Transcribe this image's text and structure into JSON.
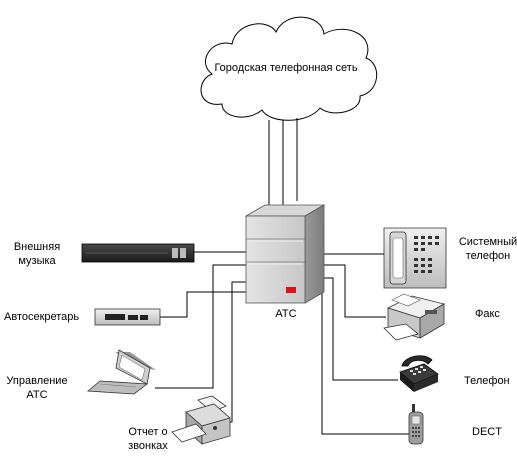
{
  "network": {
    "label": "Городская телефонная сеть"
  },
  "pbx": {
    "label": "АТС"
  },
  "devices_left": [
    {
      "id": "music",
      "label_lines": [
        "Внешняя",
        "музыка"
      ]
    },
    {
      "id": "answering",
      "label_lines": [
        "Автосекретарь"
      ]
    },
    {
      "id": "management",
      "label_lines": [
        "Управление",
        "АТС"
      ]
    },
    {
      "id": "report",
      "label_lines": [
        "Отчет о",
        "звонках"
      ]
    }
  ],
  "devices_right": [
    {
      "id": "system_phone",
      "label_lines": [
        "Системный",
        "телефон"
      ]
    },
    {
      "id": "fax",
      "label_lines": [
        "Факс"
      ]
    },
    {
      "id": "phone",
      "label_lines": [
        "Телефон"
      ]
    },
    {
      "id": "dect",
      "label_lines": [
        "DECT"
      ]
    }
  ],
  "colors": {
    "pbx_indicator": "#e0101a",
    "line": "#000000"
  }
}
